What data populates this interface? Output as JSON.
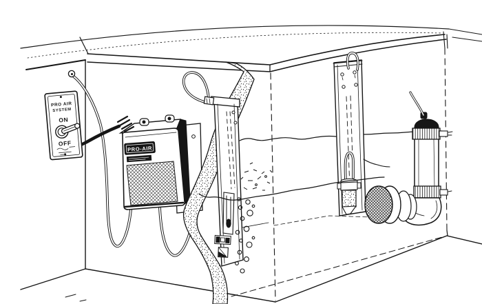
{
  "illustration": {
    "description": "Cutaway installation drawing of a PRO-AIR spa air system: wall switch, air blower, flexible hose, two air channels, diffuser and jet fitting below the water line",
    "colors": {
      "paper": "#ffffff",
      "ink": "#161616"
    },
    "switch_plate": {
      "line1": "PRO AIR",
      "line2": "SYSTEM",
      "on_label": "ON",
      "off_label": "OFF"
    },
    "blower": {
      "label": "PRO-AIR"
    }
  }
}
